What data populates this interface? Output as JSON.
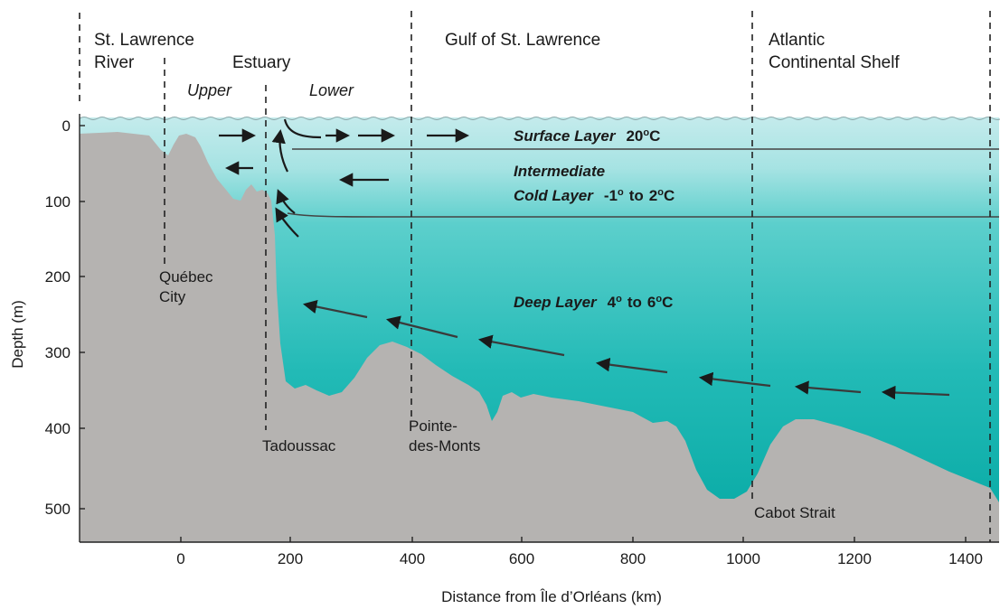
{
  "regions": {
    "river_line1": "St. Lawrence",
    "river_line2": "River",
    "estuary": "Estuary",
    "upper": "Upper",
    "lower": "Lower",
    "gulf": "Gulf of St. Lawrence",
    "atlantic_line1": "Atlantic",
    "atlantic_line2": "Continental Shelf"
  },
  "layers": {
    "surface_name": "Surface Layer",
    "surface_temp_value": "20",
    "surface_temp_unit": "C",
    "intermediate_line1": "Intermediate",
    "intermediate_name": "Cold Layer",
    "intermediate_temp_low": "-1",
    "intermediate_temp_joiner": "to",
    "intermediate_temp_high": "2",
    "intermediate_temp_unit": "C",
    "deep_name": "Deep Layer",
    "deep_temp_low": "4",
    "deep_temp_joiner": "to",
    "deep_temp_high": "6",
    "deep_temp_unit": "C"
  },
  "places": {
    "quebec_line1": "Québec",
    "quebec_line2": "City",
    "tadoussac": "Tadoussac",
    "pointe_line1": "Pointe-",
    "pointe_line2": "des-Monts",
    "cabot": "Cabot Strait"
  },
  "axes": {
    "ylabel": "Depth  (m)",
    "xlabel": "Distance from Île d’Orléans (km)",
    "y_ticks": [
      "0",
      "100",
      "200",
      "300",
      "400",
      "500"
    ],
    "x_ticks": [
      "0",
      "200",
      "400",
      "600",
      "800",
      "1000",
      "1200",
      "1400"
    ]
  },
  "colors": {
    "bottom": "#b5b3b1",
    "water_top": "#c4ebec",
    "water_mid": "#2fbfbc",
    "water_deep": "#06a9a4",
    "arrow": "#1a1a1a",
    "deep_arrow": "#3a3a3a"
  }
}
